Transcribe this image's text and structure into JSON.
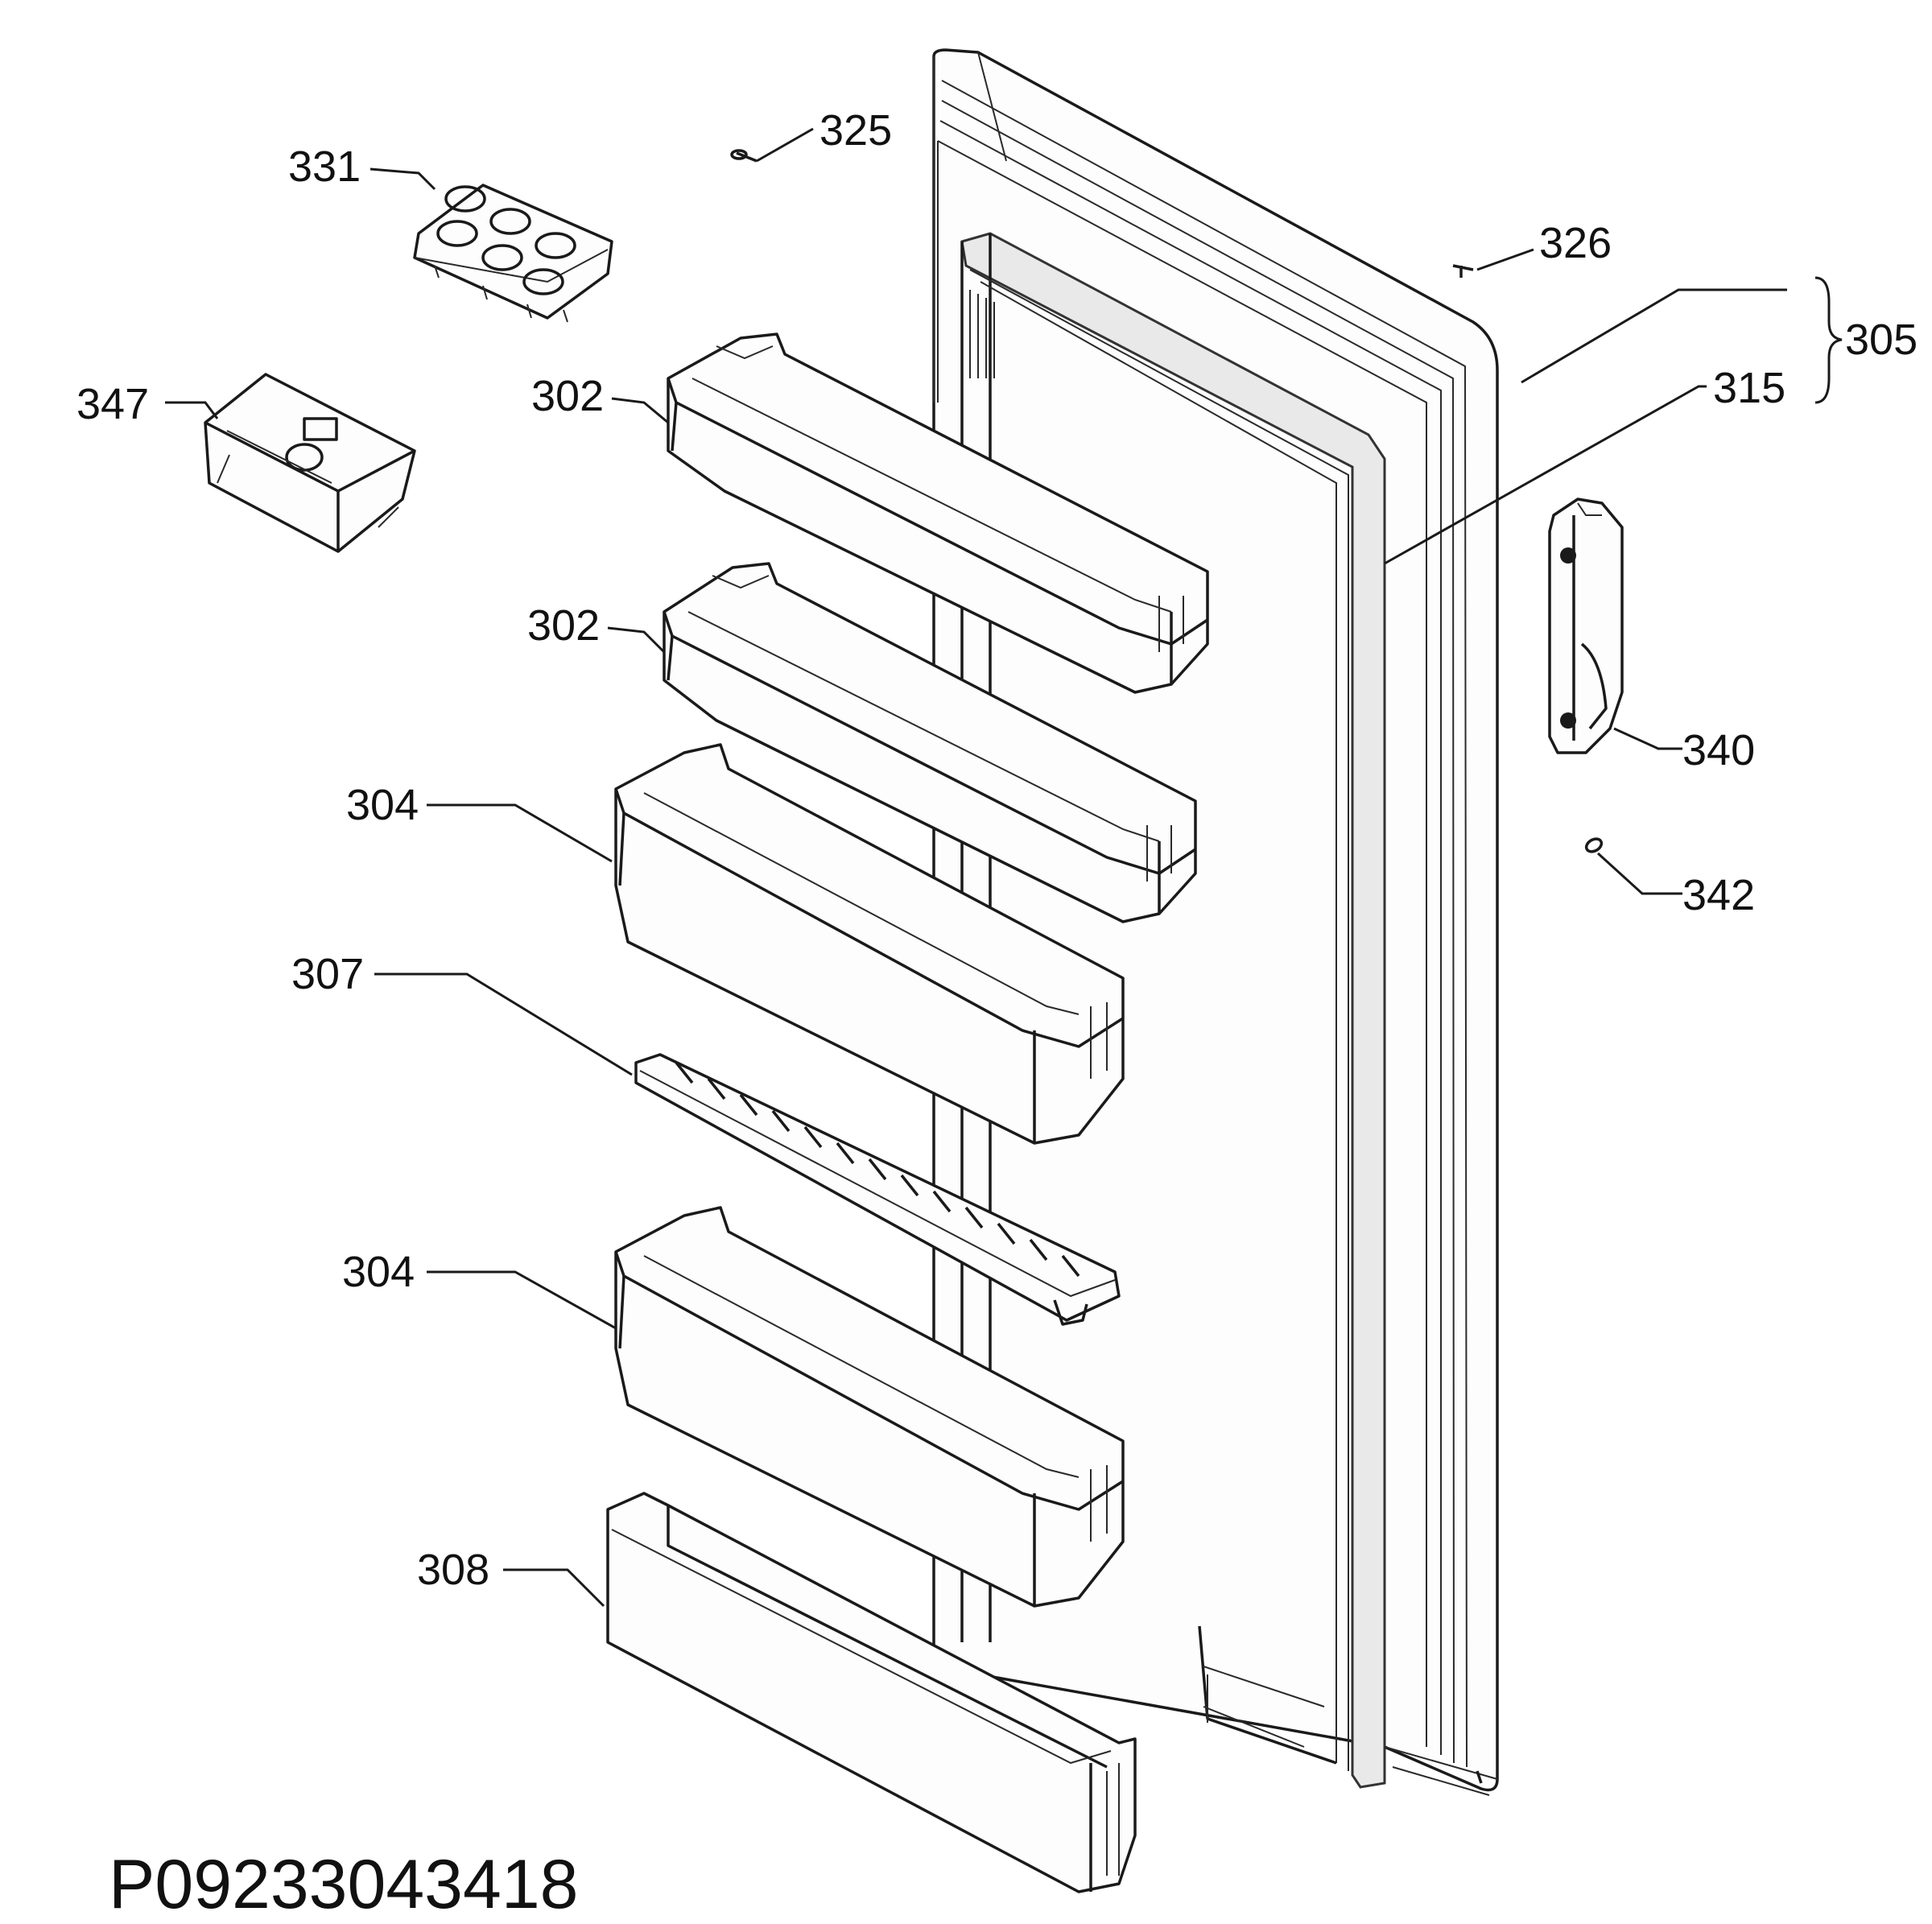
{
  "diagram_code": "P09233043418",
  "callouts": {
    "c331": "331",
    "c325": "325",
    "c326": "326",
    "c305": "305",
    "c315": "315",
    "c347": "347",
    "c302a": "302",
    "c302b": "302",
    "c304a": "304",
    "c304b": "304",
    "c307": "307",
    "c308": "308",
    "c340": "340",
    "c342": "342"
  }
}
